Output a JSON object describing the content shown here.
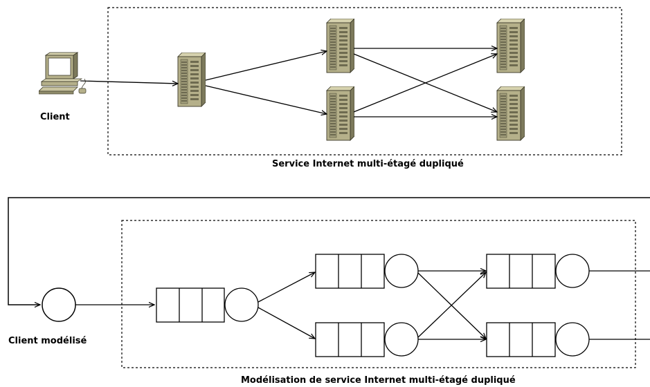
{
  "labels": {
    "client": "Client",
    "top_caption": "Service Internet multi-étagé dupliqué",
    "client_model": "Client modélisé",
    "bottom_caption": "Modélisation de service Internet multi-étagé dupliqué"
  },
  "colors": {
    "server_body": "#b5b08a",
    "server_dark": "#7d7a5c",
    "server_light": "#d6d2ae",
    "line": "#000000"
  },
  "icons": {
    "client": "desktop-computer-icon",
    "server": "server-tower-icon"
  }
}
